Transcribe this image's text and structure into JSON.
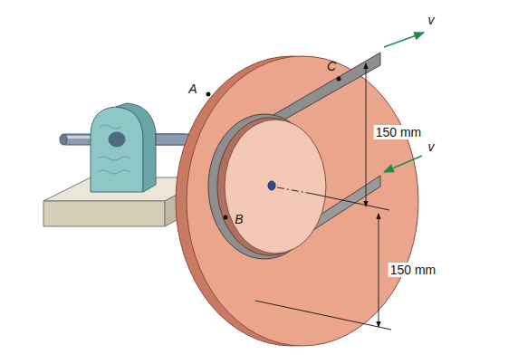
{
  "diagram": {
    "labels": [
      "v",
      "A",
      "C",
      "150 mm",
      "v",
      "B",
      "150 mm"
    ]
  }
}
